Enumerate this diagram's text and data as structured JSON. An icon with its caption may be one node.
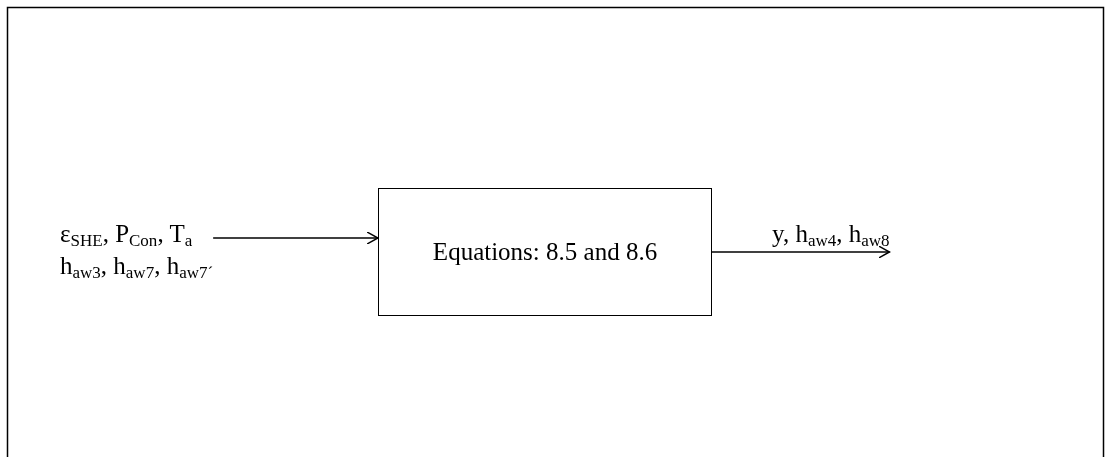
{
  "diagram": {
    "nodes": [
      {
        "text": [
          "ε$_{SHE}$, P$_{Con}$, T$_{a}$",
          "h$_{aw3}$, h$_{aw7}$, h$_{aw7´}$"
        ]
      },
      {
        "text": [
          "Equations: 8.5 and 8.6"
        ]
      },
      {
        "text": [
          "y, h$_{aw4}$, h$_{aw8}$"
        ]
      }
    ],
    "edges": [
      {
        "from": 0,
        "to": 1,
        "arrow": "to"
      },
      {
        "from": 1,
        "to": 2,
        "arrow": "to"
      }
    ]
  }
}
